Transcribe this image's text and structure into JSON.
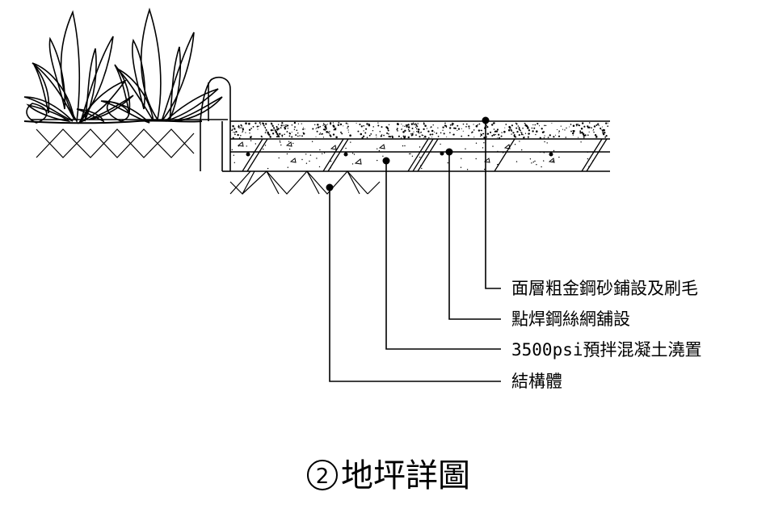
{
  "drawing": {
    "title_number": "2",
    "title_text": "地坪詳圖",
    "callouts": [
      {
        "id": "surface",
        "text": "面層粗金鋼砂鋪設及刷毛"
      },
      {
        "id": "mesh",
        "text": "點焊鋼絲網舖設"
      },
      {
        "id": "concrete",
        "text": "3500psi預拌混凝土澆置"
      },
      {
        "id": "structure",
        "text": "結構體"
      }
    ]
  },
  "colors": {
    "ink": "#000000",
    "background": "#ffffff"
  }
}
